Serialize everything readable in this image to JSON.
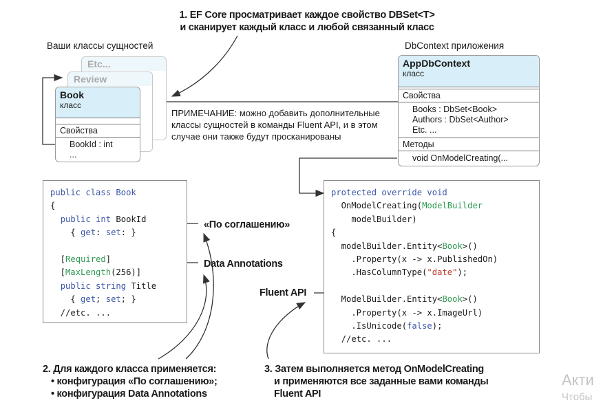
{
  "callout1": {
    "line1": "1. EF Core просматривает каждое свойство DBSet<T>",
    "line2": "и сканирует каждый класс и любой связанный класс"
  },
  "entity_label": "Ваши классы сущностей",
  "context_label": "DbContext приложения",
  "ghost_cards": [
    "Etc...",
    "Review"
  ],
  "book_card": {
    "title": "Book",
    "subtitle": "класс",
    "section": "Свойства",
    "items": [
      "BookId : int",
      "..."
    ]
  },
  "context_card": {
    "title": "AppDbContext",
    "subtitle": "класс",
    "props_section": "Свойства",
    "props": [
      "Books : DbSet<Book>",
      "Authors : DbSet<Author>",
      "Etc. ..."
    ],
    "methods_section": "Методы",
    "methods": [
      "void OnModelCreating(..."
    ]
  },
  "note": {
    "line1": "ПРИМЕЧАНИЕ: можно добавить дополнительные",
    "line2": "классы сущностей в команды Fluent API, и в этом",
    "line3": "случае они также будут просканированы"
  },
  "label_convention": "«По соглашению»",
  "label_annotations": "Data Annotations",
  "label_fluent": "Fluent API",
  "callout2": {
    "line1": "2. Для каждого класса применяется:",
    "line2": "• конфигурация «По соглашению»;",
    "line3": "• конфигурация Data Annotations"
  },
  "callout3": {
    "line1": "3. Затем выполняется метод OnModelCreating",
    "line2": "и применяются все заданные вами команды",
    "line3": "Fluent API"
  },
  "watermark": {
    "line1": "Акти",
    "line2": "Чтобы"
  },
  "colors": {
    "keyword": "#3b56a8",
    "class_name": "#2e9a52",
    "string": "#c0392b",
    "card_header": "#d8eef8"
  }
}
